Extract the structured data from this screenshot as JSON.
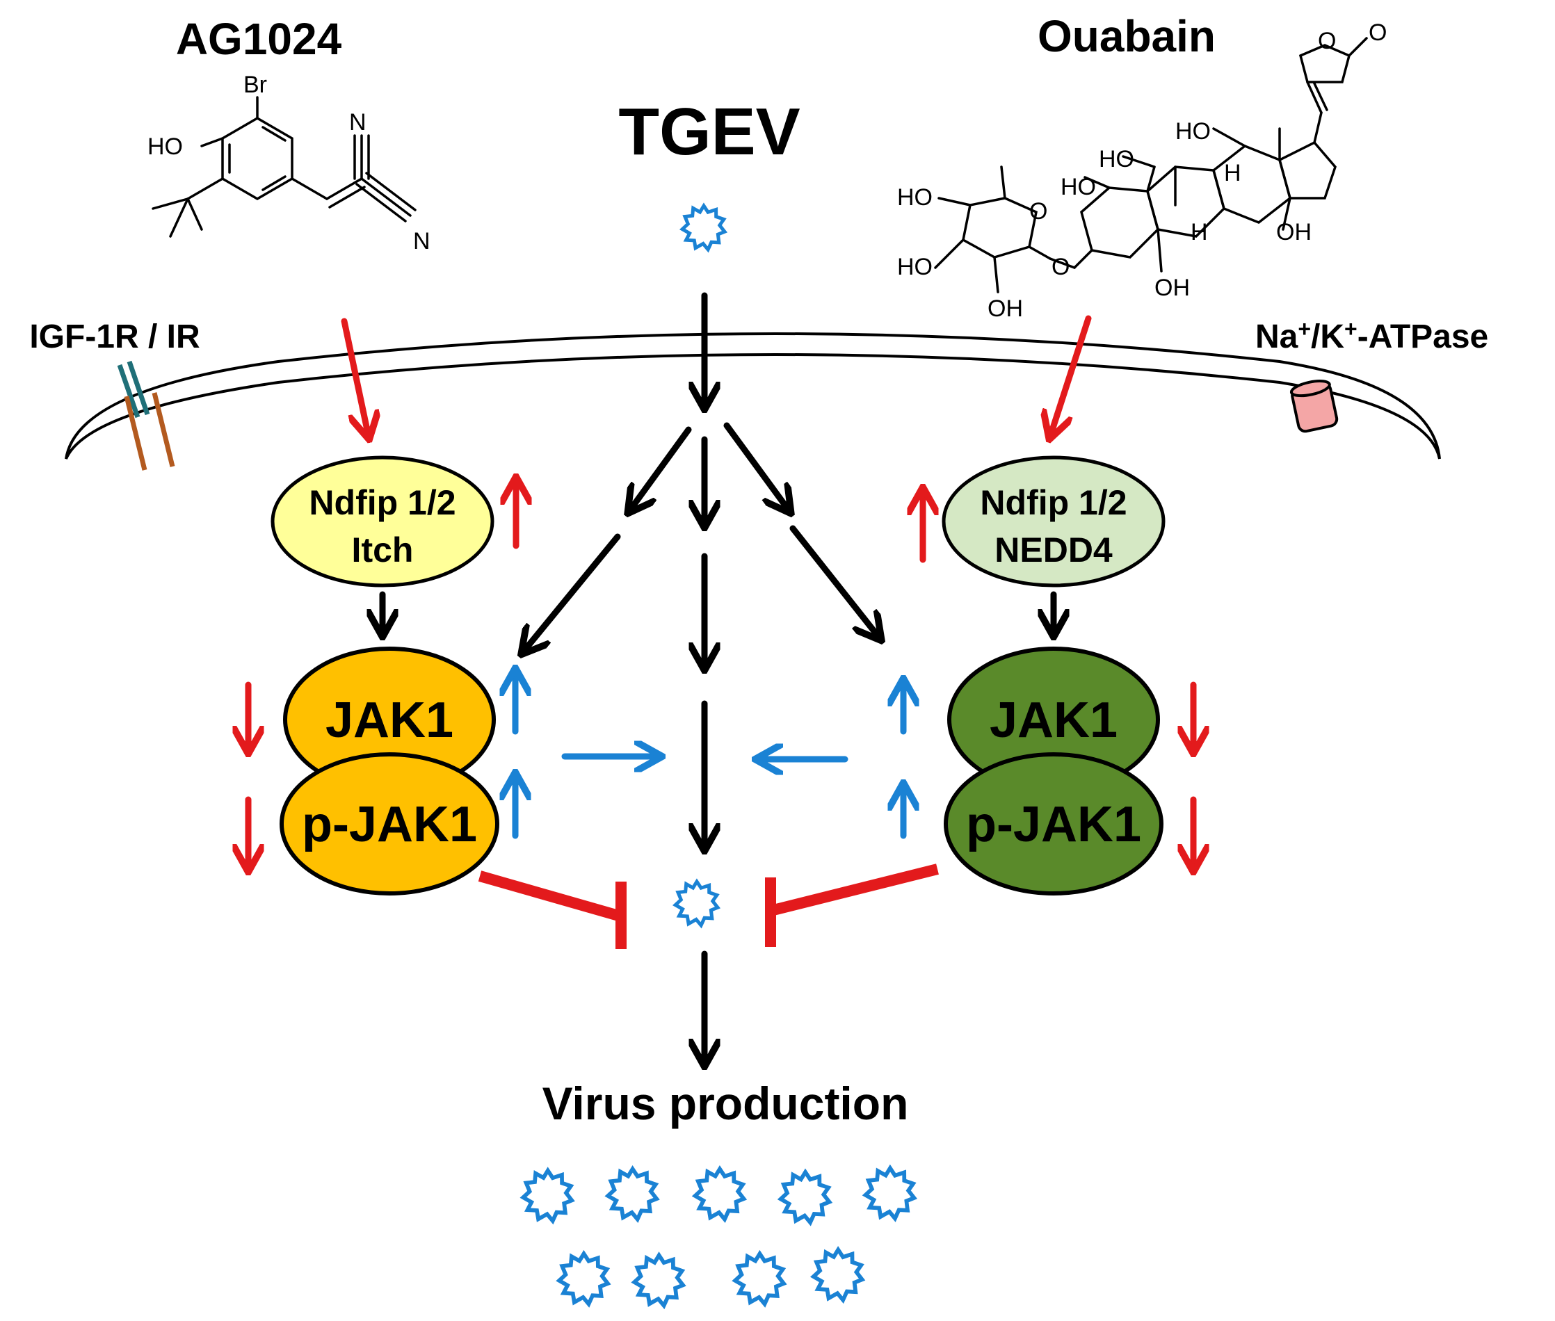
{
  "colors": {
    "black_arrow": "#000000",
    "red": "#e31a1c",
    "blue": "#1a82d4",
    "ellipse_yellow": "#ffff99",
    "ellipse_lightgreen": "#d5e8c4",
    "ellipse_orange": "#ffc000",
    "ellipse_darkgreen": "#5a8a2a",
    "receptor_teal": "#1f6f78",
    "receptor_brown": "#b35a1f",
    "pump_pink": "#f4a6a6"
  },
  "labels": {
    "drug_left": "AG1024",
    "drug_right": "Ouabain",
    "virus": "TGEV",
    "receptor_left": "IGF-1R / IR",
    "receptor_right_base": "Na",
    "receptor_right_sup1": "+",
    "receptor_right_mid": "/K",
    "receptor_right_sup2": "+",
    "receptor_right_end": "-ATPase",
    "output": "Virus production"
  },
  "left_pathway": {
    "adaptor_line1": "Ndfip 1/2",
    "adaptor_line2": "Itch",
    "kinase": "JAK1",
    "phospho_kinase": "p-JAK1"
  },
  "right_pathway": {
    "adaptor_line1": "Ndfip 1/2",
    "adaptor_line2": "NEDD4",
    "kinase": "JAK1",
    "phospho_kinase": "p-JAK1"
  },
  "chemistry": {
    "ag1024_atoms": [
      "Br",
      "HO",
      "N",
      "N"
    ],
    "ouabain_atoms": [
      "O",
      "O",
      "HO",
      "HO",
      "HO",
      "HO",
      "H",
      "H",
      "HO",
      "O",
      "O",
      "HO",
      "OH",
      "OH",
      "OH",
      "H",
      "OH"
    ]
  }
}
